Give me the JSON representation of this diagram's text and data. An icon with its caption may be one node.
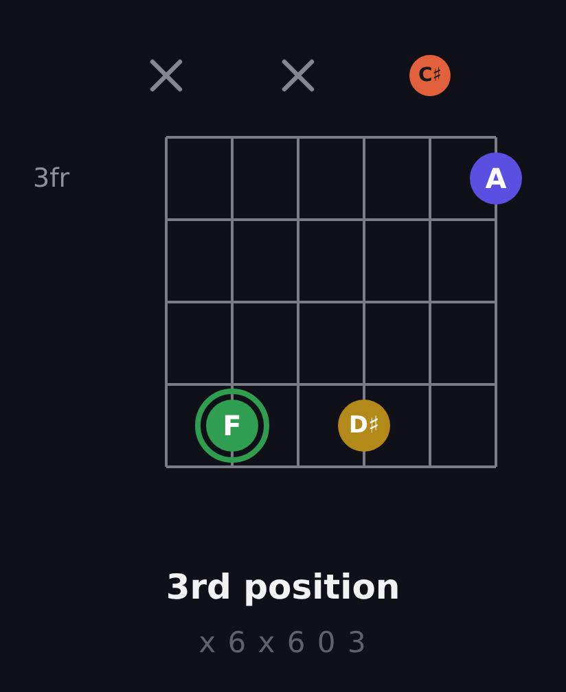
{
  "diagram": {
    "title": "3rd position",
    "caption": "x 6 x 6 0 3",
    "nodes": [
      {
        "text": [
          "C♯"
        ]
      },
      {
        "text": [
          "A"
        ]
      },
      {
        "text": [
          "F"
        ]
      },
      {
        "text": [
          "D♯"
        ]
      }
    ],
    "labels": [
      "3fr"
    ]
  }
}
